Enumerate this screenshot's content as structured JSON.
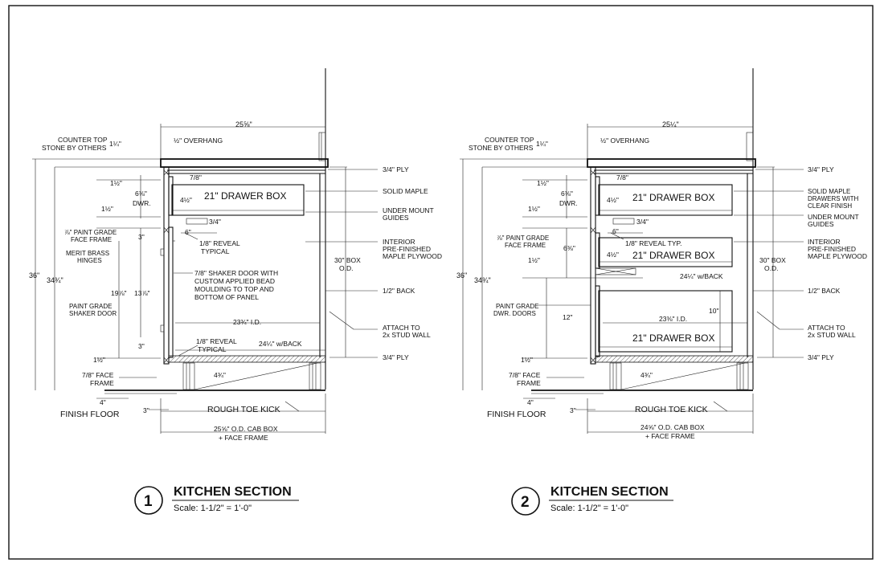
{
  "section1": {
    "top_width": "25⅝\"",
    "overhang": "½\" OVERHANG",
    "counter_top": "COUNTER TOP",
    "stone": "STONE BY OTHERS",
    "counter_thk": "1¼\"",
    "ply_top": "3/4\" PLY",
    "d78": "7/8\"",
    "d112": "1½\"",
    "d638": "6⅜\"",
    "dwr": "DWR.",
    "d412": "4½\"",
    "drawer_box": "21\" DRAWER BOX",
    "solid_maple": "SOLID MAPLE",
    "under_mount_1": "UNDER MOUNT",
    "guides": "GUIDES",
    "d34": "3/4\"",
    "d112b": "1½\"",
    "paint_grade_ff": "⅞\" PAINT GRADE",
    "face_frame": "FACE FRAME",
    "d6": "6\"",
    "d3": "3\"",
    "reveal_typ_1": "1/8\" REVEAL",
    "typical": "TYPICAL",
    "interior": "INTERIOR",
    "prefinished": "PRE-FINISHED",
    "maple_ply": "MAPLE PLYWOOD",
    "merit_brass": "MERIT BRASS",
    "hinges": "HINGES",
    "shaker_1": "7/8\" SHAKER DOOR WITH",
    "shaker_2": "CUSTOM APPLIED BEAD",
    "shaker_3": "MOULDING TO TOP AND",
    "shaker_4": "BOTTOM OF PANEL",
    "box30": "30\" BOX",
    "od": "O.D.",
    "d36": "36\"",
    "d3434": "34¾\"",
    "d1978": "19⅞\"",
    "d1378": "13⅞\"",
    "back_half": "1/2\" BACK",
    "paint_grade": "PAINT GRADE",
    "shaker_door": "SHAKER DOOR",
    "id_width": "23¾\" I.D.",
    "attach_to": "ATTACH TO",
    "stud_wall": "2x STUD WALL",
    "d3b": "3\"",
    "reveal_typ_2": "1/8\" REVEAL",
    "typical2": "TYPICAL",
    "wback": "24¼\" w/BACK",
    "d112c": "1½\"",
    "ply_bottom": "3/4\" PLY",
    "face_78": "7/8\" FACE",
    "frame": "FRAME",
    "d434": "4¾\"",
    "d4": "4\"",
    "finish_floor": "FINISH FLOOR",
    "d3c": "3\"",
    "rough_toe": "ROUGH TOE KICK",
    "cab_box": "25⅝\" O.D. CAB BOX",
    "plus_ff": "+ FACE FRAME",
    "number": "1",
    "title": "KITCHEN SECTION",
    "scale": "Scale: 1-1/2\" = 1'-0\""
  },
  "section2": {
    "top_width": "25¼\"",
    "overhang": "½\" OVERHANG",
    "counter_top": "COUNTER TOP",
    "stone": "STONE BY OTHERS",
    "counter_thk": "1¼\"",
    "ply_top": "3/4\" PLY",
    "d78": "7/8\"",
    "d112": "1½\"",
    "d638": "6⅜\"",
    "dwr": "DWR.",
    "d412": "4½\"",
    "drawer_box_1": "21\" DRAWER BOX",
    "solid_maple": "SOLID MAPLE",
    "drawers_with": "DRAWERS WITH",
    "clear_finish": "CLEAR FINISH",
    "under_mount": "UNDER MOUNT",
    "guides": "GUIDES",
    "d34": "3/4\"",
    "d112b": "1½\"",
    "paint_grade_ff": "⅞\" PAINT GRADE",
    "face_frame": "FACE FRAME",
    "d6": "6\"",
    "reveal_typ": "1/8\" REVEAL TYP.",
    "d638b": "6⅜\"",
    "d412b": "4½\"",
    "drawer_box_2": "21\" DRAWER BOX",
    "interior": "INTERIOR",
    "prefinished": "PRE-FINISHED",
    "maple_ply": "MAPLE PLYWOOD",
    "box30": "30\" BOX",
    "od": "O.D.",
    "d112c": "1½\"",
    "wback_mid": "24¼\" w/BACK",
    "d36": "36\"",
    "d3434": "34¾\"",
    "back_half": "1/2\" BACK",
    "paint_grade": "PAINT GRADE",
    "dwr_doors": "DWR. DOORS",
    "d10": "10\"",
    "d12": "12\"",
    "id_width": "23⅜\" I.D.",
    "attach_to": "ATTACH TO",
    "stud_wall": "2x STUD WALL",
    "drawer_box_3": "21\" DRAWER BOX",
    "d112d": "1½\"",
    "ply_bottom": "3/4\" PLY",
    "face_78": "7/8\" FACE",
    "frame": "FRAME",
    "d434": "4¾\"",
    "d4": "4\"",
    "finish_floor": "FINISH FLOOR",
    "d3": "3\"",
    "rough_toe": "ROUGH TOE KICK",
    "cab_box": "24⅝\" O.D. CAB BOX",
    "plus_ff": "+ FACE FRAME",
    "number": "2",
    "title": "KITCHEN SECTION",
    "scale": "Scale: 1-1/2\" = 1'-0\""
  }
}
